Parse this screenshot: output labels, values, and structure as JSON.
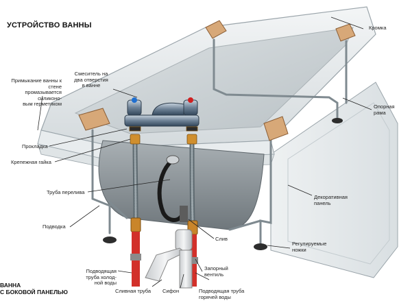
{
  "title": "УСТРОЙСТВО ВАННЫ",
  "caption": "ВАННА\nС БОКОВОЙ ПАНЕЛЬЮ",
  "labels": {
    "rim": "Кромка",
    "mixer": "Смеситель на\nдва отверстия\nв ванне",
    "wall_joint": "Примыкание ванны к стене\nпромазывается силиконо-\nвым герметиком",
    "support_frame": "Опорная\nрама",
    "gasket": "Прокладка",
    "fixing_nut": "Крепежная гайка",
    "overflow_pipe": "Труба перелива",
    "decorative_panel": "Декоративная\nпанель",
    "supply": "Подводка",
    "drain": "Слив",
    "adjustable_legs": "Регулируемые\nножки",
    "shutoff_valve": "Запорный\nвентиль",
    "cold_supply": "Подводящая\nтруба холод-\nной воды",
    "drain_pipe": "Сливная труба",
    "siphon": "Сифон",
    "hot_supply": "Подводящая труба\nгорячей воды"
  }
}
